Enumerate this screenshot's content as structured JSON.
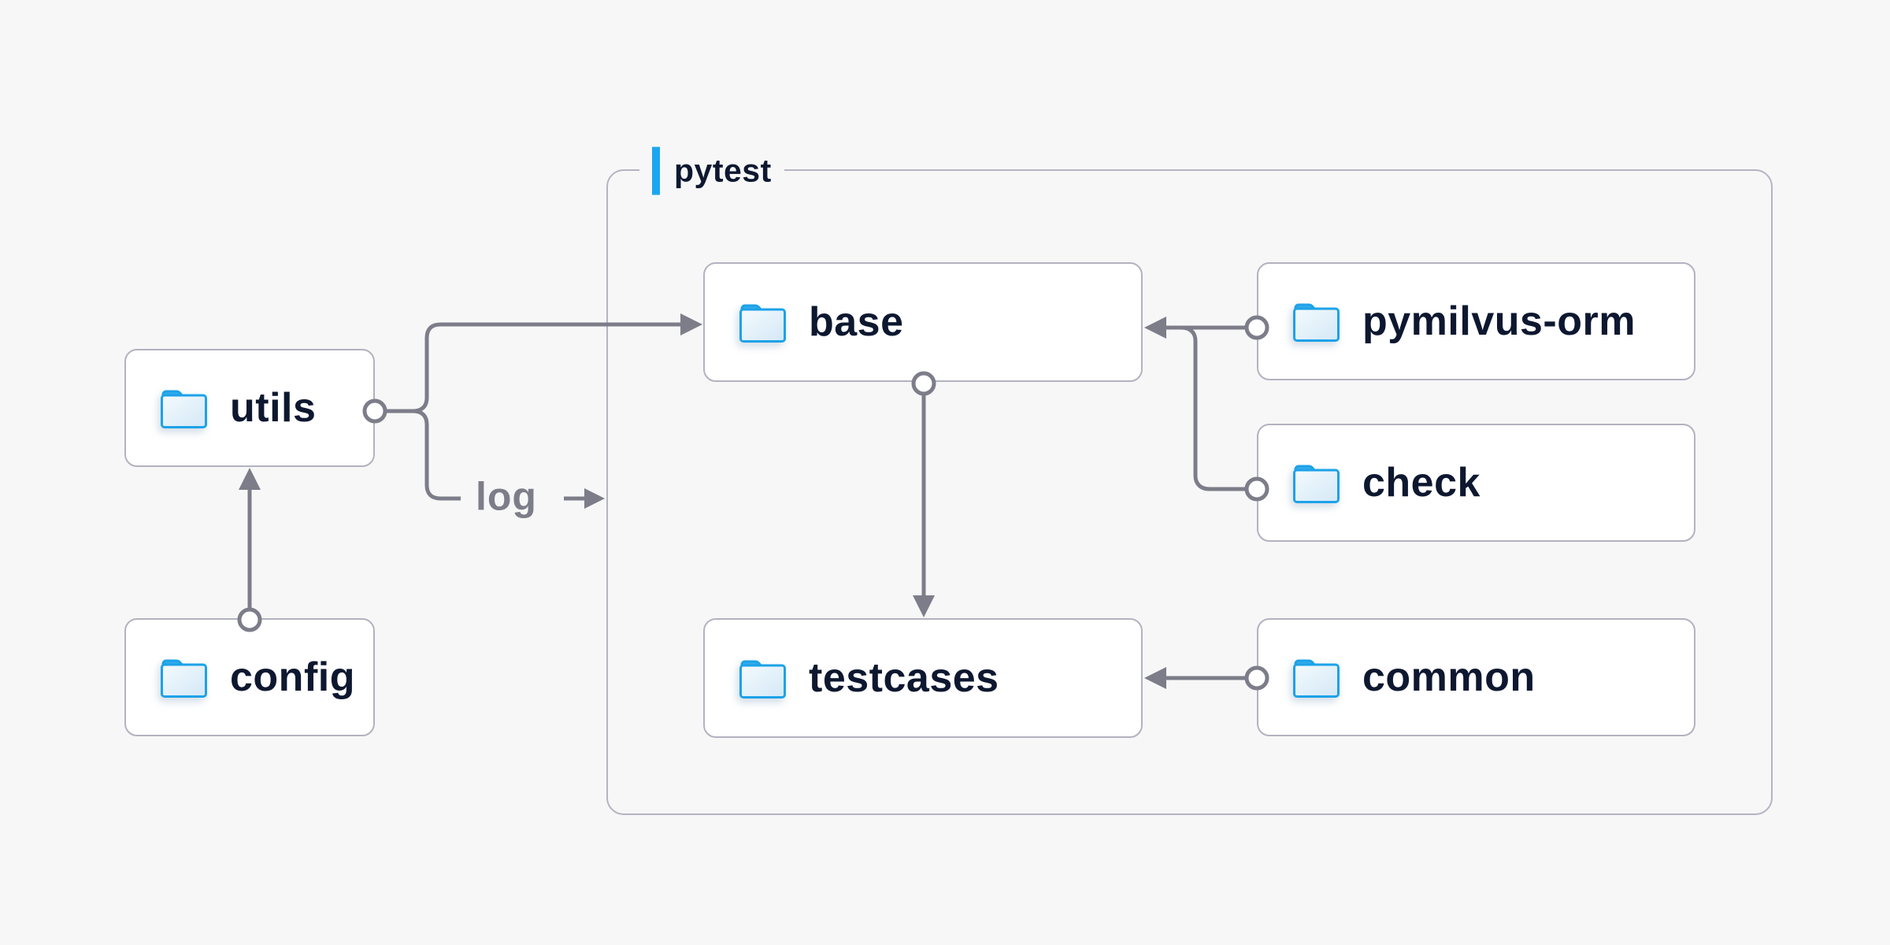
{
  "title": {
    "label": "pytest"
  },
  "nodes": [
    {
      "id": "utils",
      "label": "utils"
    },
    {
      "id": "config",
      "label": "config"
    },
    {
      "id": "base",
      "label": "base"
    },
    {
      "id": "pymilvus-orm",
      "label": "pymilvus-orm"
    },
    {
      "id": "check",
      "label": "check"
    },
    {
      "id": "testcases",
      "label": "testcases"
    },
    {
      "id": "common",
      "label": "common"
    }
  ],
  "edge_labels": {
    "log": "log"
  },
  "edges": [
    {
      "from": "config",
      "to": "utils"
    },
    {
      "from": "utils",
      "to": "base"
    },
    {
      "from": "utils",
      "to": "log"
    },
    {
      "from": "pymilvus-orm",
      "to": "base"
    },
    {
      "from": "check",
      "to": "base"
    },
    {
      "from": "base",
      "to": "testcases"
    },
    {
      "from": "common",
      "to": "testcases"
    }
  ],
  "icons": {
    "node_icon": "folder-icon"
  },
  "colors": {
    "accent_blue": "#1aa7f0",
    "line_gray": "#7d7d8a",
    "node_border": "#b2b2c0",
    "container_border": "#b4b4c2",
    "text_navy": "#0d1830",
    "page_bg": "#f7f7f8",
    "folder_stroke": "#1da2e8",
    "folder_tab": "#33acec"
  }
}
